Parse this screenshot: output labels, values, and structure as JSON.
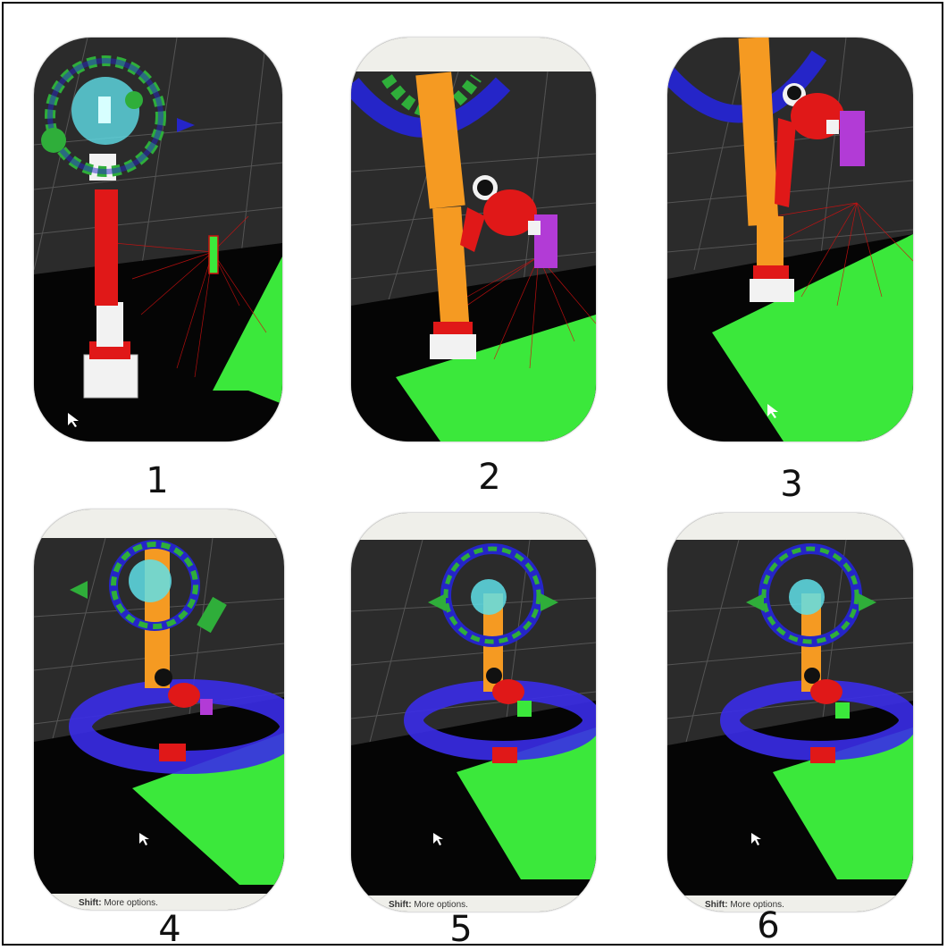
{
  "figure": {
    "panels": [
      {
        "label": "1",
        "scene": "interactive-marker-gripper-positioning"
      },
      {
        "label": "2",
        "scene": "arm-approaching-target"
      },
      {
        "label": "3",
        "scene": "arm-above-target"
      },
      {
        "label": "4",
        "scene": "grasp-with-workspace-ring",
        "hint_bold": "Shift:",
        "hint_text": "More options."
      },
      {
        "label": "5",
        "scene": "grasp-green-object",
        "hint_bold": "Shift:",
        "hint_text": "More options."
      },
      {
        "label": "6",
        "scene": "grasp-green-object-final",
        "hint_bold": "Shift:",
        "hint_text": "More options."
      }
    ]
  },
  "colors": {
    "background_3d": "#2b2b2b",
    "floor": "#050505",
    "table": "#3be83b",
    "arm_orange": "#f59a22",
    "arm_red": "#e01818",
    "target_magenta": "#b23bd6",
    "ring_blue": "#2525c8",
    "ring_green": "#2fae3a",
    "sphere_cyan": "#5fdfe8"
  }
}
